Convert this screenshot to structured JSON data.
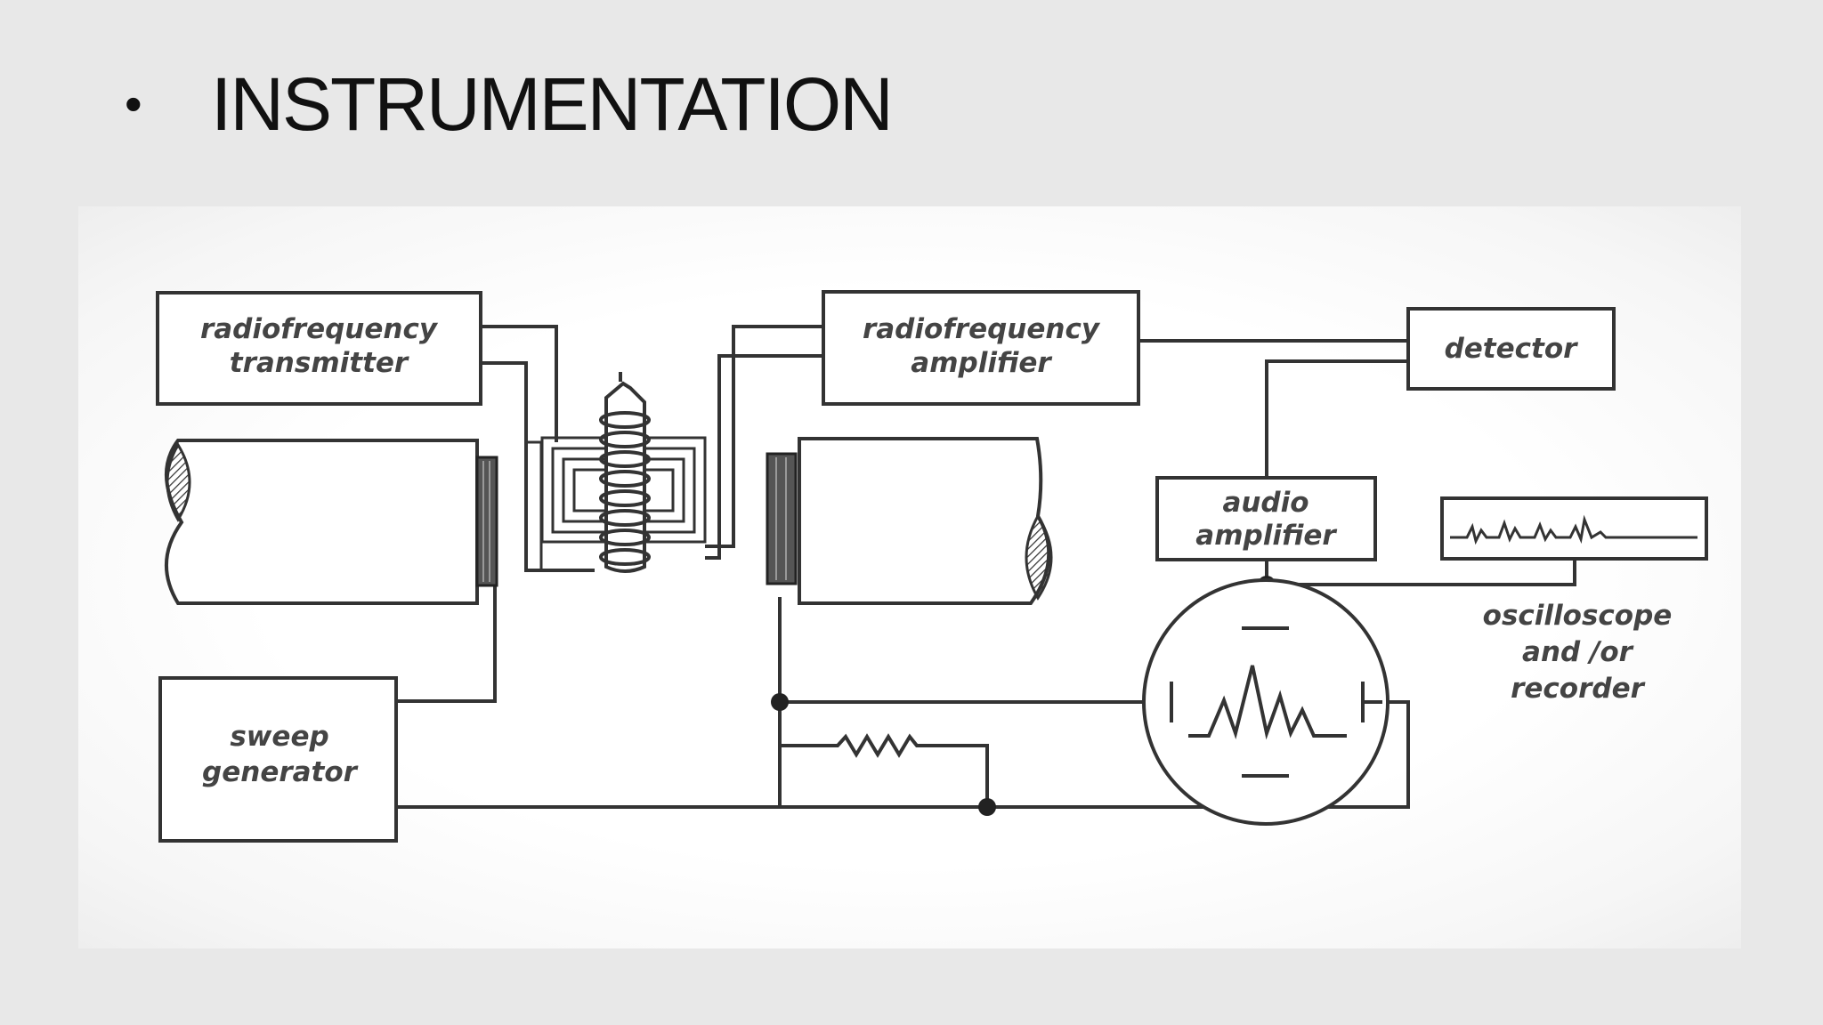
{
  "slide": {
    "bullet": "•",
    "title": "INSTRUMENTATION"
  },
  "diagram": {
    "labels": {
      "rf_transmitter": [
        "radiofrequency",
        "transmitter"
      ],
      "rf_amplifier": [
        "radiofrequency",
        "amplifier"
      ],
      "detector": "detector",
      "audio_amplifier": [
        "audio",
        "amplifier"
      ],
      "sweep_generator": [
        "sweep",
        "generator"
      ],
      "oscilloscope": [
        "oscilloscope",
        "and /or",
        "recorder"
      ]
    }
  }
}
